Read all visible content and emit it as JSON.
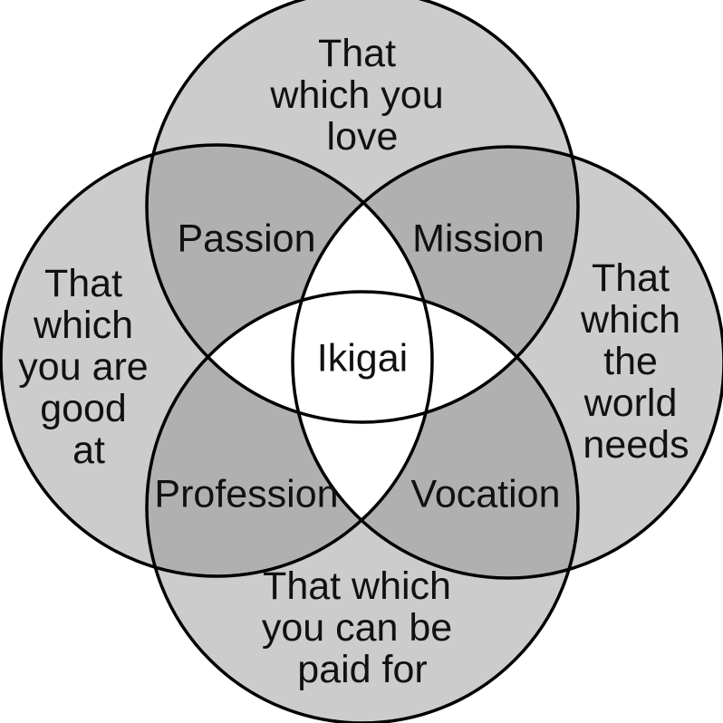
{
  "circles": {
    "top": [
      "That",
      "which you",
      "love"
    ],
    "left": [
      "That",
      "which",
      "you are",
      "good",
      "at"
    ],
    "right": [
      "That",
      "which",
      "the",
      "world",
      "needs"
    ],
    "bottom": [
      "That which",
      "you can be",
      "paid for"
    ]
  },
  "intersections": {
    "top_left": "Passion",
    "top_right": "Mission",
    "bottom_left": "Profession",
    "bottom_right": "Vocation",
    "center": "Ikigai"
  },
  "colors": {
    "single": "#cccccc",
    "double": "#b0b0b0",
    "center": "#ffffff",
    "stroke": "#000000",
    "text": "#111111"
  }
}
